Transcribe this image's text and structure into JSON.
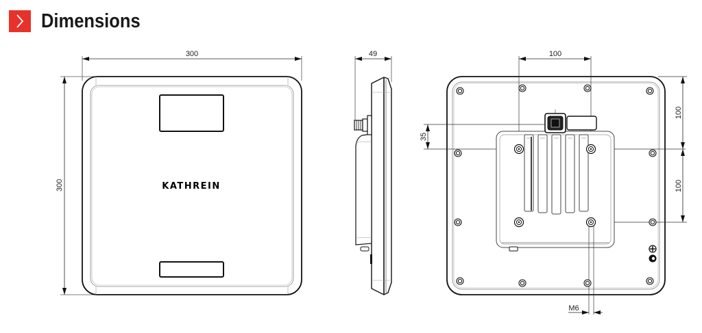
{
  "header": {
    "title": "Dimensions",
    "icon": "chevron-right-icon",
    "accent_color": "#e8312a"
  },
  "front_view": {
    "width_label": "300",
    "height_label": "300",
    "logo": "KATHREIN"
  },
  "side_view": {
    "depth_label": "49"
  },
  "rear_view": {
    "hole_spacing_horizontal_label": "100",
    "connector_offset_label": "35",
    "hole_spacing_vertical_top_label": "100",
    "hole_spacing_vertical_bottom_label": "100",
    "thread_label": "M6"
  }
}
